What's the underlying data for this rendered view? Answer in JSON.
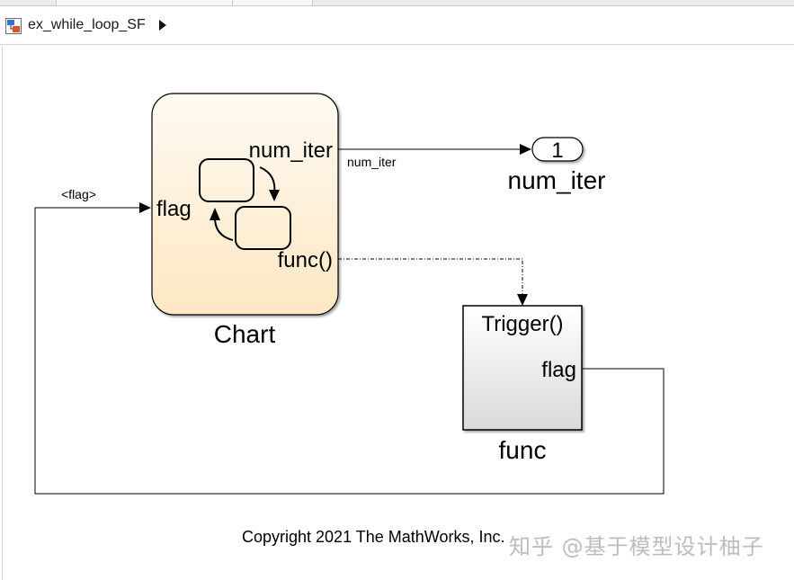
{
  "breadcrumb": {
    "model_name": "ex_while_loop_SF"
  },
  "diagram": {
    "chart_block": {
      "name": "Chart",
      "input_port": "flag",
      "output_port_data": "num_iter",
      "output_port_event": "func()"
    },
    "signal_num_iter": "num_iter",
    "signal_flag": "<flag>",
    "outport_block": {
      "number": "1",
      "name": "num_iter"
    },
    "subsystem_block": {
      "name": "func",
      "trigger_port": "Trigger()",
      "output_port": "flag"
    },
    "copyright": "Copyright 2021 The MathWorks, Inc."
  },
  "watermark": "知乎 @基于模型设计柚子"
}
